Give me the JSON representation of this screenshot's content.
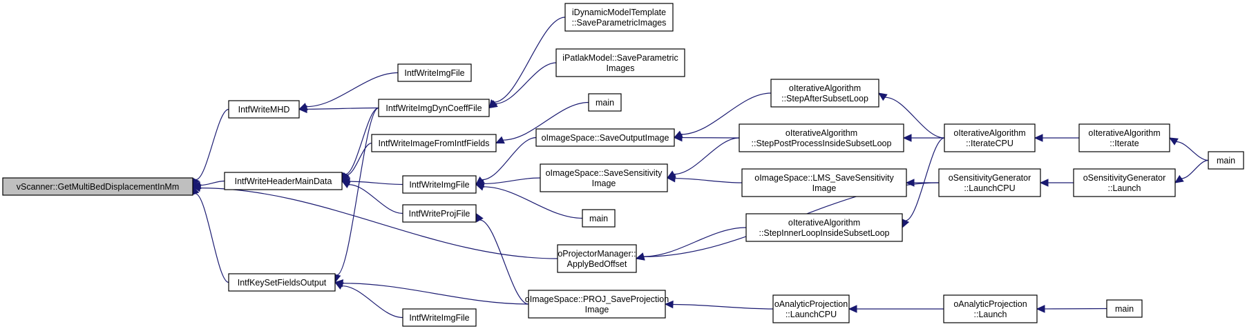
{
  "title": "vScanner::GetMultiBedDisplacementInMm caller graph",
  "colors": {
    "edge": "#191970",
    "node_border": "#000000",
    "node_fill": "#ffffff",
    "root_fill": "#bfbfbf"
  },
  "nodes": [
    {
      "id": "root",
      "lines": [
        "vScanner::GetMultiBedDisplacementInMm"
      ],
      "root": true
    },
    {
      "id": "mhd",
      "lines": [
        "IntfWriteMHD"
      ]
    },
    {
      "id": "header",
      "lines": [
        "IntfWriteHeaderMainData"
      ]
    },
    {
      "id": "keyset",
      "lines": [
        "IntfKeySetFieldsOutput"
      ]
    },
    {
      "id": "imgfile1",
      "lines": [
        "IntfWriteImgFile"
      ]
    },
    {
      "id": "dyncoeff",
      "lines": [
        "IntfWriteImgDynCoeffFile"
      ]
    },
    {
      "id": "fromintf",
      "lines": [
        "IntfWriteImageFromIntfFields"
      ]
    },
    {
      "id": "imgfile2",
      "lines": [
        "IntfWriteImgFile"
      ]
    },
    {
      "id": "projfile",
      "lines": [
        "IntfWriteProjFile"
      ]
    },
    {
      "id": "imgfile3",
      "lines": [
        "IntfWriteImgFile"
      ]
    },
    {
      "id": "dyntpl",
      "lines": [
        "iDynamicModelTemplate",
        "::SaveParametricImages"
      ]
    },
    {
      "id": "patlak",
      "lines": [
        "iPatlakModel::SaveParametric",
        "Images"
      ]
    },
    {
      "id": "main1",
      "lines": [
        "main"
      ]
    },
    {
      "id": "saveout",
      "lines": [
        "oImageSpace::SaveOutputImage"
      ]
    },
    {
      "id": "savesens",
      "lines": [
        "oImageSpace::SaveSensitivity",
        "Image"
      ]
    },
    {
      "id": "main2",
      "lines": [
        "main"
      ]
    },
    {
      "id": "applybed",
      "lines": [
        "oProjectorManager::",
        "ApplyBedOffset"
      ]
    },
    {
      "id": "projsave",
      "lines": [
        "oImageSpace::PROJ_SaveProjection",
        "Image"
      ]
    },
    {
      "id": "stepafter",
      "lines": [
        "oIterativeAlgorithm",
        "::StepAfterSubsetLoop"
      ]
    },
    {
      "id": "steppost",
      "lines": [
        "oIterativeAlgorithm",
        "::StepPostProcessInsideSubsetLoop"
      ]
    },
    {
      "id": "lmssens",
      "lines": [
        "oImageSpace::LMS_SaveSensitivity",
        "Image"
      ]
    },
    {
      "id": "stepinner",
      "lines": [
        "oIterativeAlgorithm",
        "::StepInnerLoopInsideSubsetLoop"
      ]
    },
    {
      "id": "analcpu",
      "lines": [
        "oAnalyticProjection",
        "::LaunchCPU"
      ]
    },
    {
      "id": "itercpu",
      "lines": [
        "oIterativeAlgorithm",
        "::IterateCPU"
      ]
    },
    {
      "id": "senscpu",
      "lines": [
        "oSensitivityGenerator",
        "::LaunchCPU"
      ]
    },
    {
      "id": "analaunch",
      "lines": [
        "oAnalyticProjection",
        "::Launch"
      ]
    },
    {
      "id": "iterate",
      "lines": [
        "oIterativeAlgorithm",
        "::Iterate"
      ]
    },
    {
      "id": "senslaunch",
      "lines": [
        "oSensitivityGenerator",
        "::Launch"
      ]
    },
    {
      "id": "main3",
      "lines": [
        "main"
      ]
    },
    {
      "id": "main4",
      "lines": [
        "main"
      ]
    }
  ],
  "edges": [
    {
      "from": "mhd",
      "to": "root"
    },
    {
      "from": "header",
      "to": "root"
    },
    {
      "from": "applybed",
      "to": "root"
    },
    {
      "from": "keyset",
      "to": "root"
    },
    {
      "from": "imgfile1",
      "to": "mhd"
    },
    {
      "from": "dyncoeff",
      "to": "mhd"
    },
    {
      "from": "dyncoeff",
      "to": "header"
    },
    {
      "from": "fromintf",
      "to": "header"
    },
    {
      "from": "imgfile2",
      "to": "header"
    },
    {
      "from": "projfile",
      "to": "header"
    },
    {
      "from": "dyncoeff",
      "to": "keyset"
    },
    {
      "from": "projsave",
      "to": "keyset"
    },
    {
      "from": "imgfile3",
      "to": "keyset"
    },
    {
      "from": "dyntpl",
      "to": "dyncoeff"
    },
    {
      "from": "patlak",
      "to": "dyncoeff"
    },
    {
      "from": "main1",
      "to": "fromintf"
    },
    {
      "from": "saveout",
      "to": "imgfile2"
    },
    {
      "from": "savesens",
      "to": "imgfile2"
    },
    {
      "from": "main2",
      "to": "imgfile2"
    },
    {
      "from": "projsave",
      "to": "projfile"
    },
    {
      "from": "stepafter",
      "to": "saveout"
    },
    {
      "from": "steppost",
      "to": "saveout"
    },
    {
      "from": "steppost",
      "to": "savesens"
    },
    {
      "from": "lmssens",
      "to": "savesens"
    },
    {
      "from": "stepinner",
      "to": "applybed"
    },
    {
      "from": "senscpu",
      "to": "applybed"
    },
    {
      "from": "analcpu",
      "to": "projsave"
    },
    {
      "from": "itercpu",
      "to": "stepafter"
    },
    {
      "from": "itercpu",
      "to": "steppost"
    },
    {
      "from": "itercpu",
      "to": "stepinner"
    },
    {
      "from": "senscpu",
      "to": "lmssens"
    },
    {
      "from": "analaunch",
      "to": "analcpu"
    },
    {
      "from": "iterate",
      "to": "itercpu"
    },
    {
      "from": "senslaunch",
      "to": "senscpu"
    },
    {
      "from": "main3",
      "to": "iterate"
    },
    {
      "from": "main3",
      "to": "senslaunch"
    },
    {
      "from": "main4",
      "to": "analaunch"
    }
  ]
}
